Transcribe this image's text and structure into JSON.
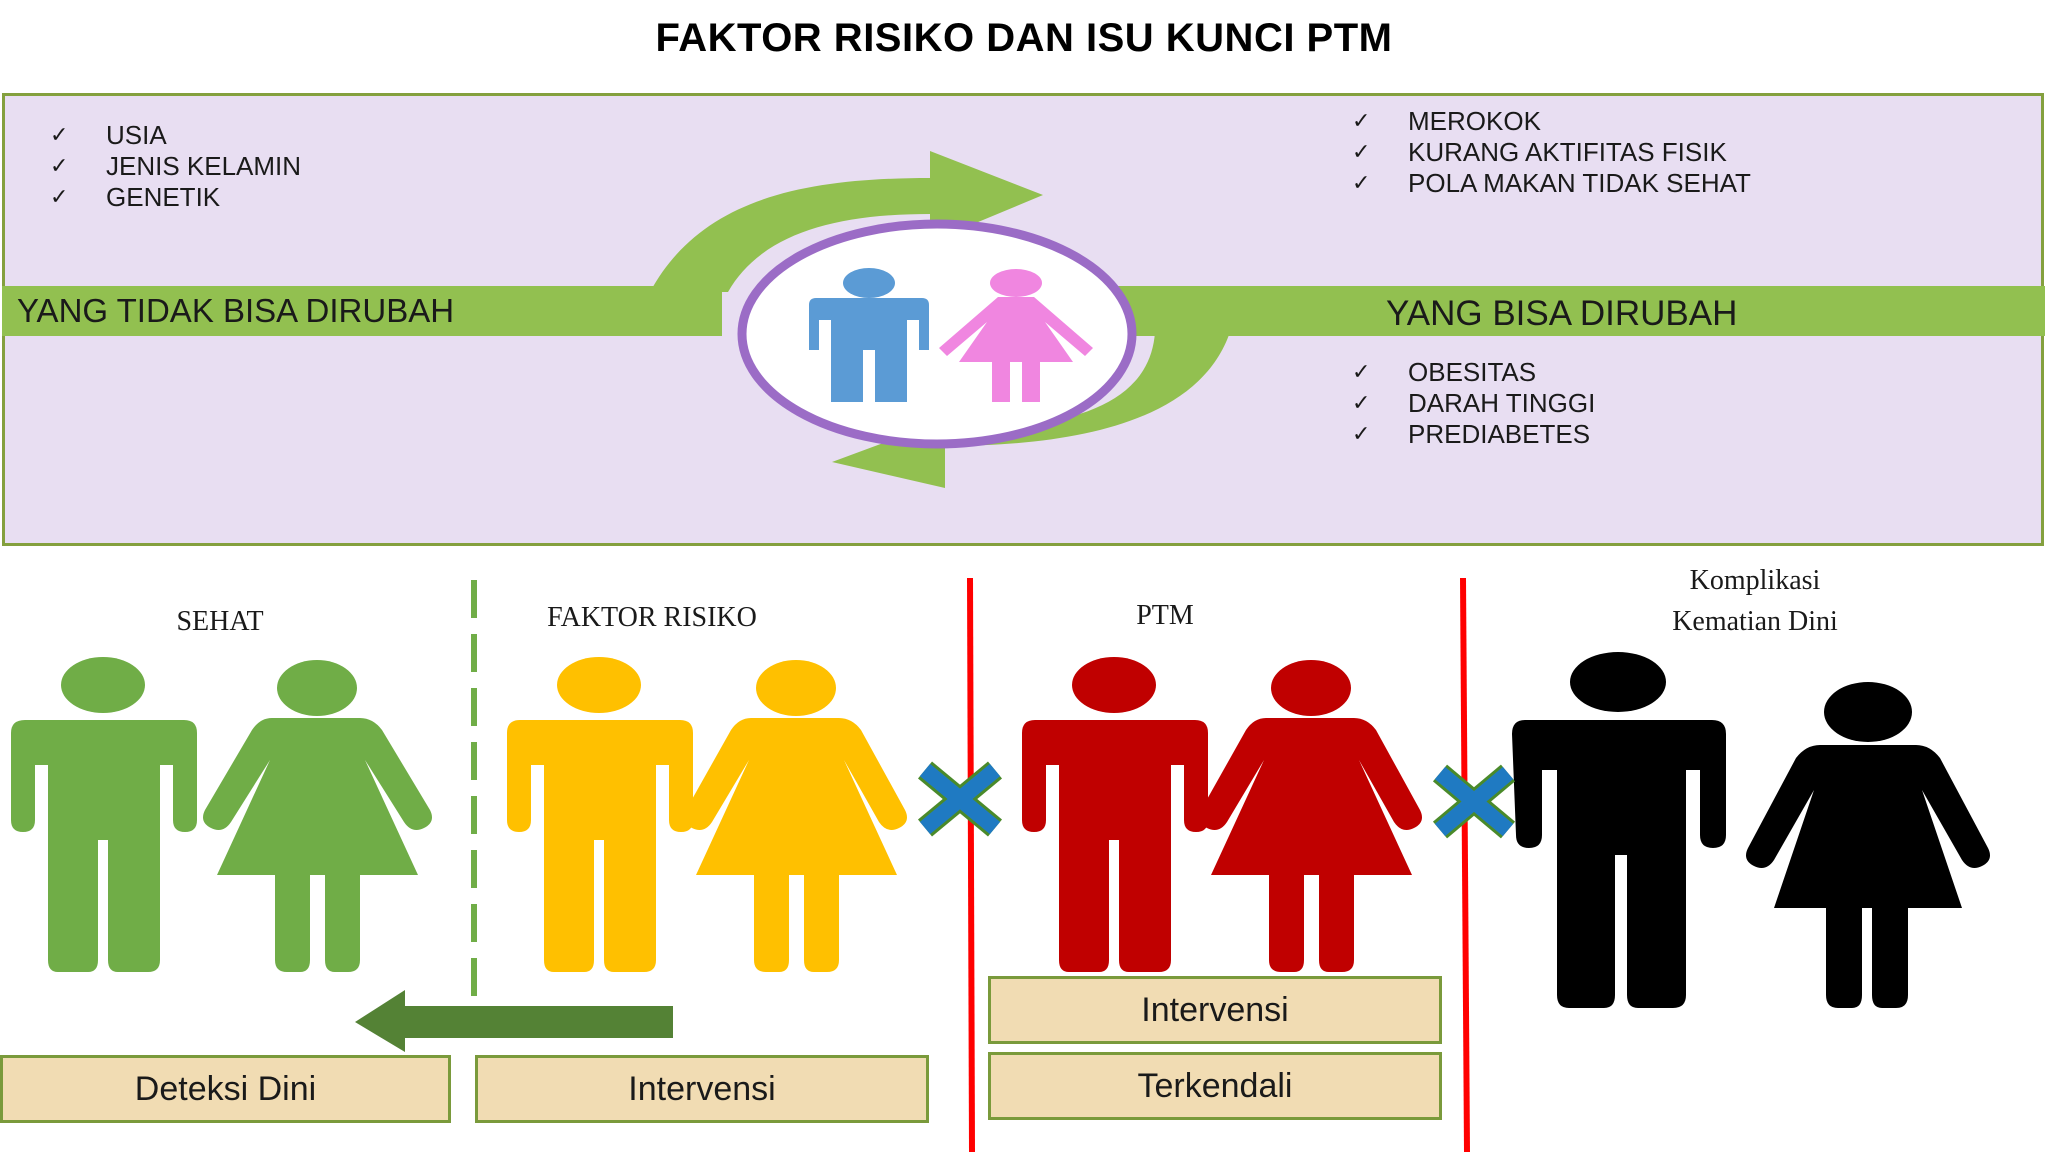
{
  "title": "FAKTOR RISIKO DAN ISU KUNCI PTM",
  "top_panel": {
    "unchangeable": {
      "label": "YANG TIDAK BISA DIRUBAH",
      "items": [
        "USIA",
        "JENIS KELAMIN",
        "GENETIK"
      ]
    },
    "changeable": {
      "label": "YANG BISA DIRUBAH",
      "items_upper": [
        "MEROKOK",
        "KURANG AKTIFITAS FISIK",
        "POLA MAKAN TIDAK SEHAT"
      ],
      "items_lower": [
        "OBESITAS",
        "DARAH TINGGI",
        "PREDIABETES"
      ]
    },
    "check_glyph": "✓"
  },
  "stages": {
    "sehat": {
      "label": "SEHAT"
    },
    "faktor_risiko": {
      "label": "FAKTOR RISIKO"
    },
    "ptm": {
      "label": "PTM"
    },
    "komplikasi": {
      "label_line1": "Komplikasi",
      "label_line2": "Kematian Dini"
    }
  },
  "boxes": {
    "deteksi_dini": "Deteksi Dini",
    "intervensi_risk": "Intervensi",
    "intervensi_ptm": "Intervensi",
    "terkendali": "Terkendali"
  },
  "colors": {
    "sehat": "#70ad47",
    "faktor_risiko": "#ffc000",
    "ptm": "#c00000",
    "komplikasi": "#000000",
    "center_male": "#5b9bd5",
    "center_female": "#f086e0",
    "cycle_arrow": "#92c050",
    "ring": "#9b6cc6",
    "cross": "#1f7ac2"
  },
  "icons": {
    "cross": "blue-x-icon",
    "back_arrow": "left-arrow-icon",
    "cycle": "cycle-arrows-icon"
  }
}
